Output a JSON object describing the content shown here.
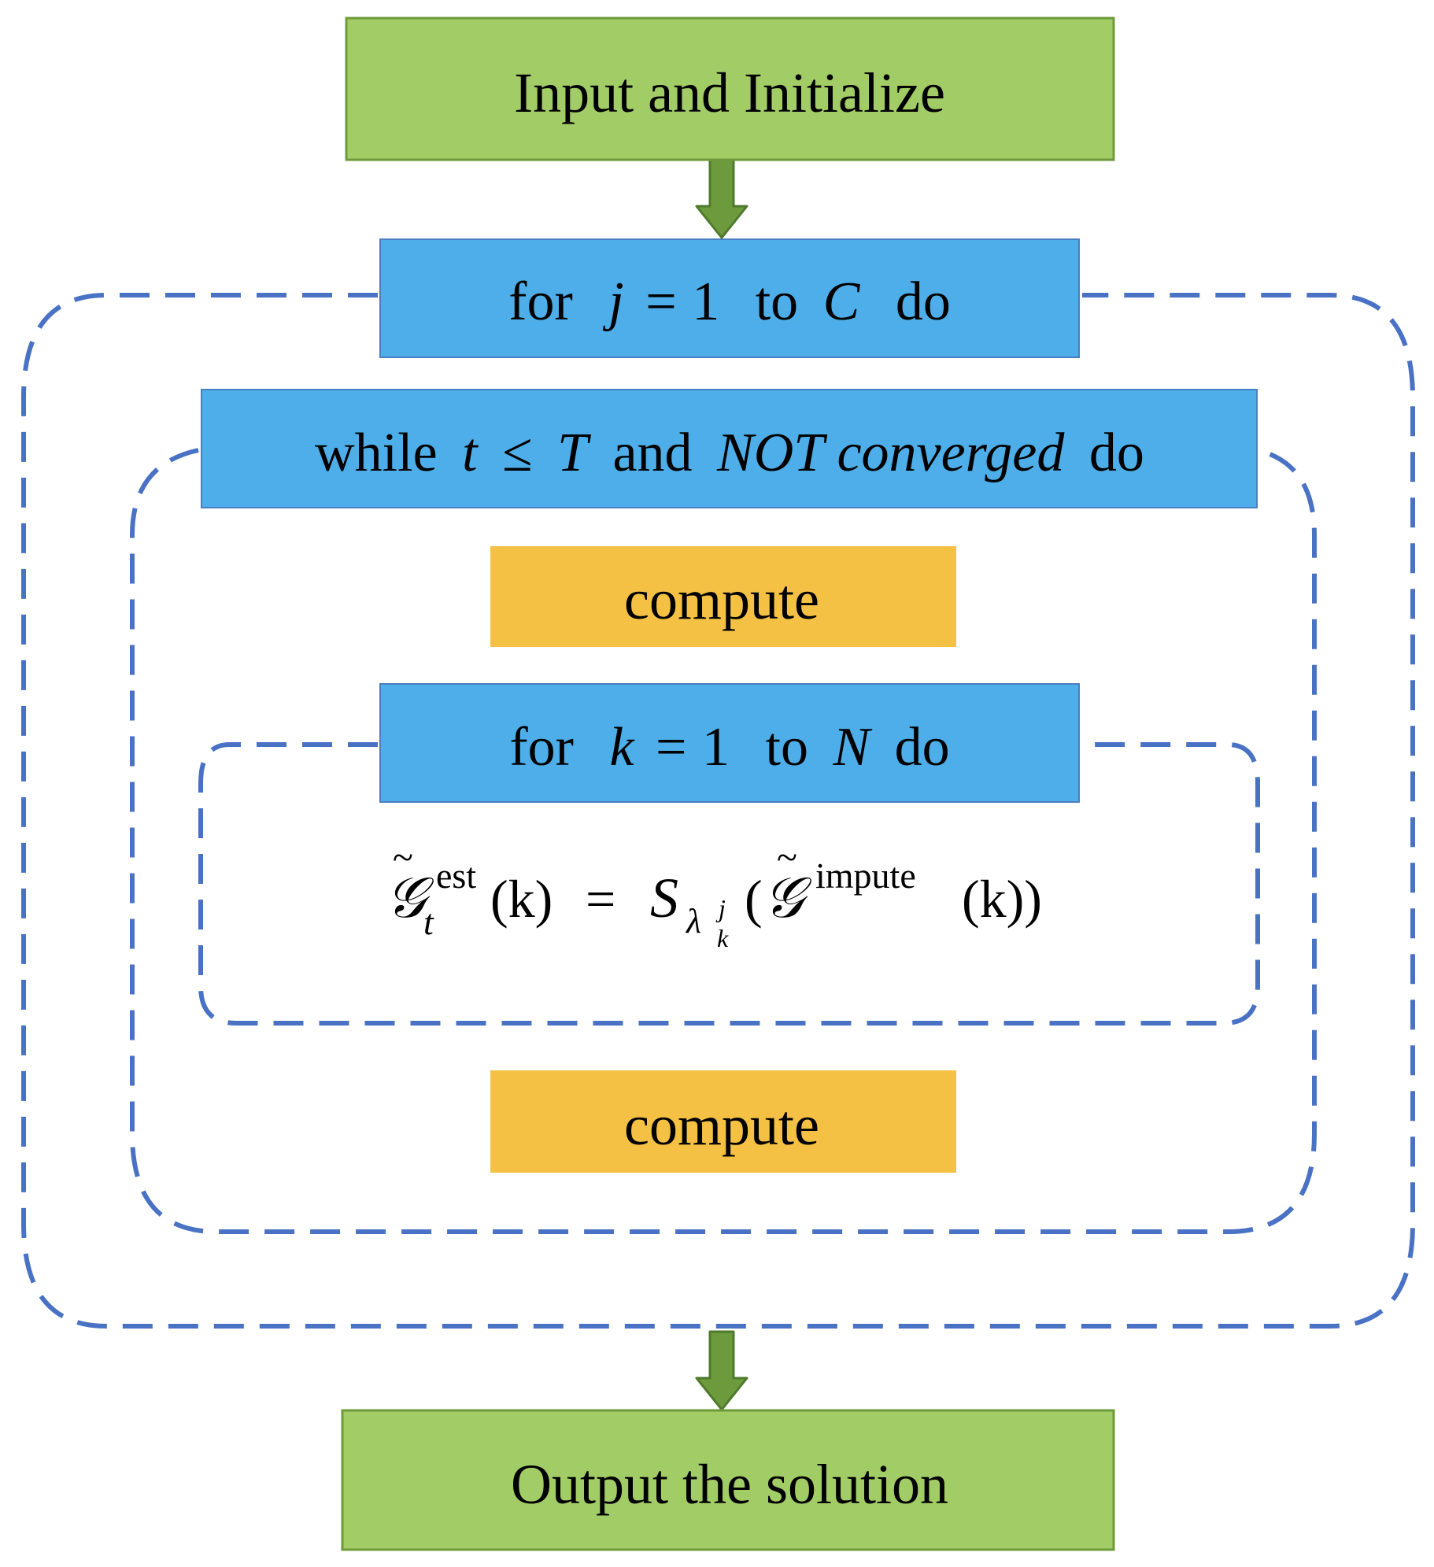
{
  "colors": {
    "terminal_fill": "#a2cc66",
    "terminal_border": "#6f9a3a",
    "loop_fill": "#4daee9",
    "loop_border": "#4a7fc0",
    "compute_fill": "#f4c144",
    "dashed_border": "#4a72c4",
    "arrow_fill": "#6e9a3e",
    "arrow_stroke": "#4f7a2c"
  },
  "nodes": {
    "start": {
      "label": "Input and Initialize"
    },
    "outer_loop": {
      "keyword_for": "for",
      "var": "j",
      "eq": "=",
      "from": "1",
      "keyword_to": "to",
      "upper": "C",
      "keyword_do": "do"
    },
    "middle_loop": {
      "keyword_while": "while",
      "var": "t",
      "op": "≤",
      "upper": "T",
      "keyword_and": "and",
      "condition": "NOT converged",
      "keyword_do": "do"
    },
    "compute_1": {
      "label": "compute"
    },
    "inner_loop": {
      "keyword_for": "for",
      "var": "k",
      "eq": "=",
      "from": "1",
      "keyword_to": "to",
      "upper": "N",
      "keyword_do": "do"
    },
    "formula": {
      "lhs_symbol": "𝒢",
      "lhs_tilde": "~",
      "lhs_sup": "est",
      "lhs_sub": "t",
      "lhs_arg": "(k)",
      "equals": "=",
      "op_symbol": "S",
      "op_sub": "λ",
      "op_sub_sup": "j",
      "op_sub_sub": "k",
      "open_paren": "(",
      "rhs_symbol": "𝒢",
      "rhs_tilde": "~",
      "rhs_sup": "impute",
      "rhs_arg": "(k))"
    },
    "compute_2": {
      "label": "compute"
    },
    "end": {
      "label": "Output the solution"
    }
  }
}
